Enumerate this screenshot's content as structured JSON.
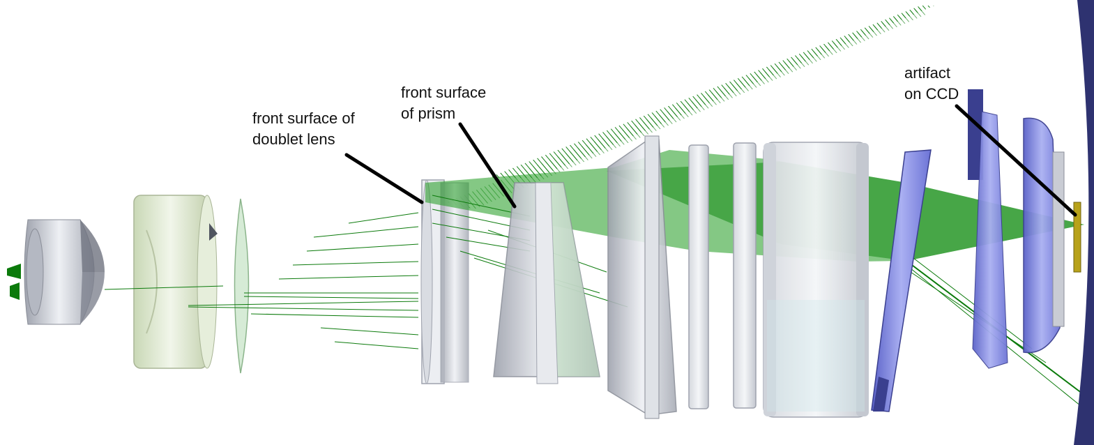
{
  "annotations": {
    "doublet": {
      "line1": "front surface of",
      "line2": "doublet lens"
    },
    "prism": {
      "line1": "front surface",
      "line2": "of prism"
    },
    "ccd": {
      "line1": "artifact",
      "line2": "on CCD"
    }
  },
  "colors": {
    "ray_green": "#0b7a0b",
    "beam_fill": "#1f9a1f",
    "lens_grey": "#c9ccd4",
    "lens_green": "#dde8cf",
    "lens_blue": "#7f86e0",
    "lens_blue_dark": "#3a3f8f",
    "ccd_yellow": "#b8a21a",
    "annotation_line": "#000000"
  }
}
